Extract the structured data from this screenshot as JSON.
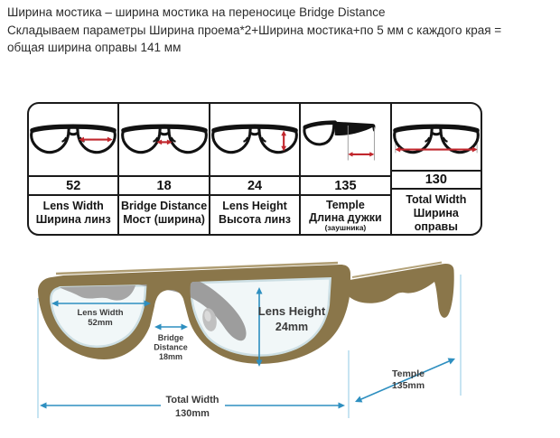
{
  "intro": {
    "line1": "Ширина мостика – ширина мостика на переносице Bridge Distance",
    "line2": "Складываем параметры Ширина проема*2+Ширина мостика+по 5 мм с каждого края =",
    "line3": "общая ширина оправы 141 мм"
  },
  "table": {
    "arrow_color": "#c1272d",
    "frame_color": "#121212",
    "columns": [
      {
        "value": "52",
        "label_en": "Lens Width",
        "label_ru": "Ширина линз",
        "icon": "glasses-front-lens-width-icon"
      },
      {
        "value": "18",
        "label_en": "Bridge Distance",
        "label_ru": "Мост (ширина)",
        "icon": "glasses-front-bridge-icon"
      },
      {
        "value": "24",
        "label_en": "Lens Height",
        "label_ru": "Высота линз",
        "icon": "glasses-front-lens-height-icon"
      },
      {
        "value": "135",
        "label_en": "Temple",
        "label_ru": "Длина дужки",
        "label_ru_small": "(заушника)",
        "icon": "glasses-side-temple-icon"
      },
      {
        "value": "130",
        "label_en": "Total Width",
        "label_ru": "Ширина оправы",
        "icon": "glasses-front-total-width-icon"
      }
    ]
  },
  "diagram": {
    "colors": {
      "frame": "#8a764a",
      "back_temple": "#a0a0a0",
      "annotation": "#2e8fc0",
      "guide": "#8fc8e6"
    },
    "lens_width": {
      "label": "Lens Width",
      "value": "52mm"
    },
    "bridge_distance": {
      "label": "Bridge",
      "label2": "Distance",
      "value": "18mm"
    },
    "lens_height": {
      "label": "Lens Height",
      "value": "24mm"
    },
    "total_width": {
      "label": "Total Width",
      "value": "130mm"
    },
    "temple": {
      "label": "Temple",
      "value": "135mm"
    }
  }
}
